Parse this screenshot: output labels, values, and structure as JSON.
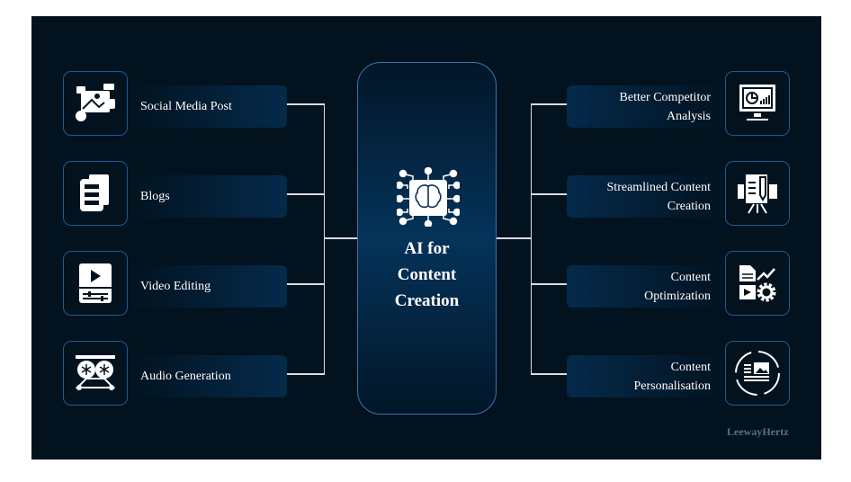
{
  "center": {
    "title_lines": [
      "AI for",
      "Content",
      "Creation"
    ],
    "icon": "ai-brain-chip-icon"
  },
  "left_items": [
    {
      "label": "Social Media Post",
      "icon": "social-media-icon"
    },
    {
      "label": "Blogs",
      "icon": "documents-icon"
    },
    {
      "label": "Video Editing",
      "icon": "video-editing-icon"
    },
    {
      "label": "Audio Generation",
      "icon": "audio-reels-icon"
    }
  ],
  "right_items": [
    {
      "line1": "Better Competitor",
      "line2": "Analysis",
      "icon": "monitor-chart-icon"
    },
    {
      "line1": "Streamlined Content",
      "line2": "Creation",
      "icon": "document-pencil-easel-icon"
    },
    {
      "line1": "Content",
      "line2": "Optimization",
      "icon": "optimization-gear-icon"
    },
    {
      "line1": "Content",
      "line2": "Personalisation",
      "icon": "personalisation-cycle-icon"
    }
  ],
  "brand": "LeewayHertz",
  "colors": {
    "background": "#02131f",
    "accent_border": "#1d5a94",
    "bar": "#042a4b"
  }
}
